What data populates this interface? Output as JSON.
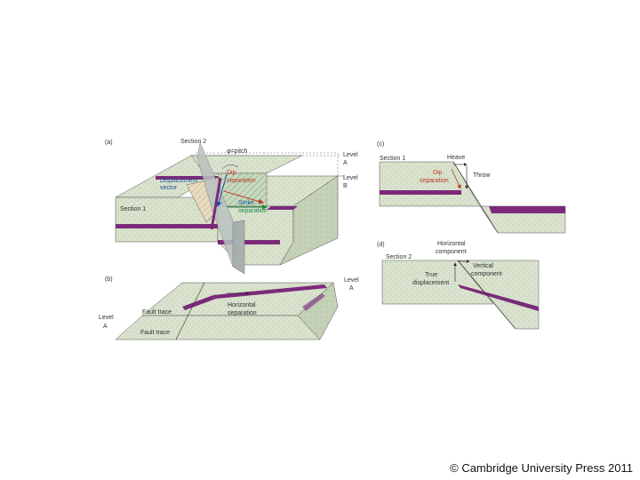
{
  "panel_a": {
    "tag": "(a)",
    "section2": "Section 2",
    "pitch": "φ=pitch",
    "level_a": [
      "Level",
      "A"
    ],
    "level_b": [
      "Level",
      "B"
    ],
    "dip_separation": [
      "Dip",
      "separation"
    ],
    "displacement_vector": [
      "Displacement",
      "vector"
    ],
    "strike_separation": [
      "Strike",
      "separation"
    ],
    "section1": "Section 1"
  },
  "panel_b": {
    "tag": "(b)",
    "level_a_right": [
      "Level",
      "A"
    ],
    "level_a_left": [
      "Level",
      "A"
    ],
    "fault_trace_1": "Fault trace",
    "fault_trace_2": "Fault trace",
    "horizontal_separation": [
      "Horizontal",
      "separation"
    ]
  },
  "panel_c": {
    "tag": "(c)",
    "section1": "Section 1",
    "heave": "Heave",
    "dip_separation": [
      "Dip",
      "separation"
    ],
    "throw": "Throw"
  },
  "panel_d": {
    "tag": "(d)",
    "section2": "Section 2",
    "horizontal_component": [
      "Horizontal",
      "component"
    ],
    "vertical_component": [
      "Vertical",
      "component"
    ],
    "true_displacement": [
      "True",
      "displacement"
    ]
  },
  "colors": {
    "rock": "#d8e2cc",
    "rock_dark": "#c4d1b6",
    "layer": "#7b2a7a",
    "plane": "#b9c2c0",
    "red_label": "#c0392b",
    "blue_label": "#1f4e9c",
    "green_label": "#1e8a45"
  },
  "footer": {
    "copyright": "© Cambridge University Press 2011"
  }
}
